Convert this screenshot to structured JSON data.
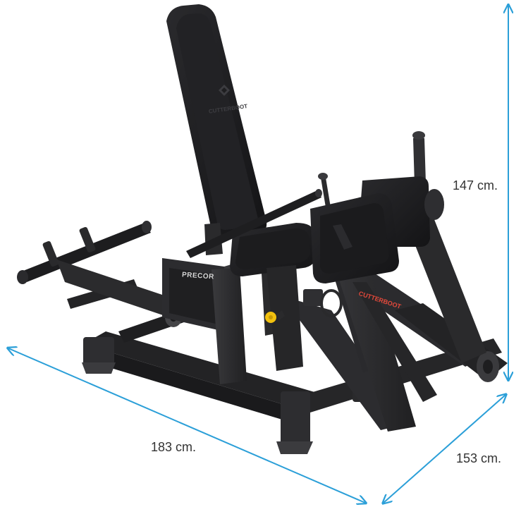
{
  "product": {
    "backrest_logo_text": "CUTTERBOOT",
    "frame_brand_text": "PRECOR",
    "arm_decal_text": "CUTTERBOOT"
  },
  "dimensions": {
    "height": "147 cm.",
    "length": "183 cm.",
    "width": "153 cm."
  },
  "colors": {
    "frame": "#2a2a2c",
    "upholstery": "#1b1b1d",
    "arrow": "#2b9fd8",
    "accent_knob": "#f2c10f",
    "decal": "#e2493b"
  }
}
